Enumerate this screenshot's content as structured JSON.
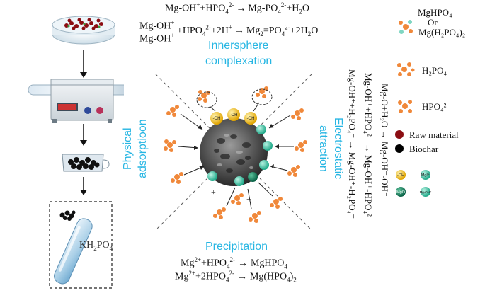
{
  "top_equations": {
    "eq1": {
      "a": "Mg-OH",
      "a_sup": "+",
      "b": "+HPO",
      "b_sub": "4",
      "b_sup": "2-",
      "arrow": "→",
      "c": "Mg-PO",
      "c_sub": "4",
      "c_sup": "2-",
      "d": "+H",
      "d_sub": "2",
      "e": "O"
    },
    "eq2": {
      "a1": "Mg-OH",
      "a1_sup": "+",
      "a2": "Mg-OH",
      "a2_sup": "+",
      "b": "+HPO",
      "b_sub": "4",
      "b_sup": "2-",
      "c": "+2H",
      "c_sup": "+",
      "arrow": "→",
      "d": "Mg",
      "d_sub": "2",
      "e": "=PO",
      "e_sub": "4",
      "e_sup": "2-",
      "f": "+2H",
      "f_sub": "2",
      "g": "O"
    }
  },
  "titles": {
    "innersphere": "Innersphere",
    "complexation": "complexation",
    "physical": "Physical",
    "adsorption": "adsorptioon",
    "electrostatic": "Electrostatic",
    "attraction": "attraction",
    "precipitation": "Precipitation"
  },
  "right_equations": {
    "r1": "Mg-O+H₂O → Mg-OH⁻-OH⁻",
    "r2": "Mg-OH⁺+HPO₄²⁻ → Mg-OH⁺-HPO₄²⁻",
    "r3": "Mg-OH⁺+H₂PO₄⁻ → Mg-OH⁺-H₂PO₄⁻"
  },
  "precip_equations": {
    "p1": {
      "a": "Mg",
      "a_sup": "2+",
      "b": "+HPO",
      "b_sub": "4",
      "b_sup": "2-",
      "arrow": "→",
      "c": "MgHPO",
      "c_sub": "4"
    },
    "p2": {
      "a": "Mg",
      "a_sup": "2+",
      "b": "+2HPO",
      "b_sub": "4",
      "b_sup": "2-",
      "arrow": "→",
      "c": "Mg(HPO",
      "c_sub": "4",
      "d": ")",
      "d_sub": "2"
    }
  },
  "kh2po4": {
    "a": "KH",
    "a_sub": "2",
    "b": "PO",
    "b_sub": "4"
  },
  "legend": {
    "mghpo4": "MgHPO₄",
    "or": "Or",
    "mgh2po4": "Mg(H₂PO₄)₂",
    "h2po4": "H₂PO₄⁻",
    "hpo4": "HPO₄²⁻",
    "raw_material": "Raw material",
    "biochar": "Biochar"
  },
  "labels": {
    "oh": "-OH",
    "mg": "Mg²⁺",
    "mgo": "MgO",
    "mgoh": "Mg-OH⁺",
    "plus": "+"
  },
  "colors": {
    "accent": "#27b6e3",
    "raw_material": "#8b0d12",
    "biochar": "#000000",
    "oh_ball": "#f4c21a",
    "mg_ball": "#3cc8a8",
    "mgo_ball": "#0e7c58",
    "phosphate": "#f0883a"
  }
}
